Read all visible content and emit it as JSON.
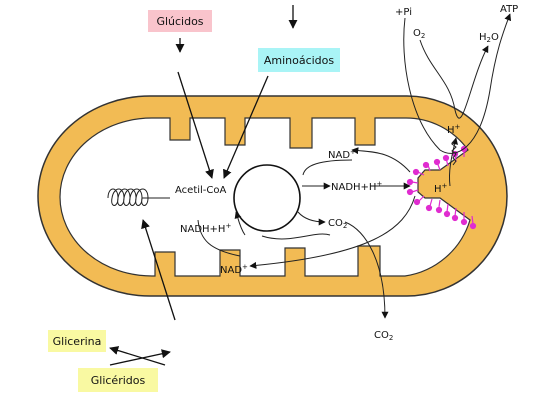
{
  "labels": {
    "glucidos": "Glúcidos",
    "aminoacidos": "Aminoácidos",
    "glicerina": "Glicerina",
    "gliceridos": "Glicéridos",
    "acetil_coa": "Acetil-CoA",
    "nad_top": "NAD",
    "nad_top_sup": "+",
    "nadh_right": "NADH+H",
    "nadh_right_sup": "+",
    "nadh_left": "NADH+H",
    "nadh_left_sup": "+",
    "co2_inner": "CO",
    "co2_inner_sub": "2",
    "nad_bottom": "NAD",
    "nad_bottom_sup": "+",
    "co2_bottom": "CO",
    "co2_bottom_sub": "2",
    "pi": "+Pi",
    "o2": "O",
    "o2_sub": "2",
    "atp": "ATP",
    "h2o_h": "H",
    "h2o_sub": "2",
    "h2o_o": "O",
    "h_plus_upper": "H",
    "h_plus_upper_sup": "+",
    "h_plus_lower": "H",
    "h_plus_lower_sup": "+"
  },
  "colors": {
    "membrane": "#F2BB54",
    "matrix": "#FFFFFF",
    "outline": "#333333",
    "glucidos_box": "#F9C4CC",
    "aminoacidos_box": "#A9F4F6",
    "lipid_box": "#F9F9A2",
    "atp_synthase": "#E02CD0"
  }
}
